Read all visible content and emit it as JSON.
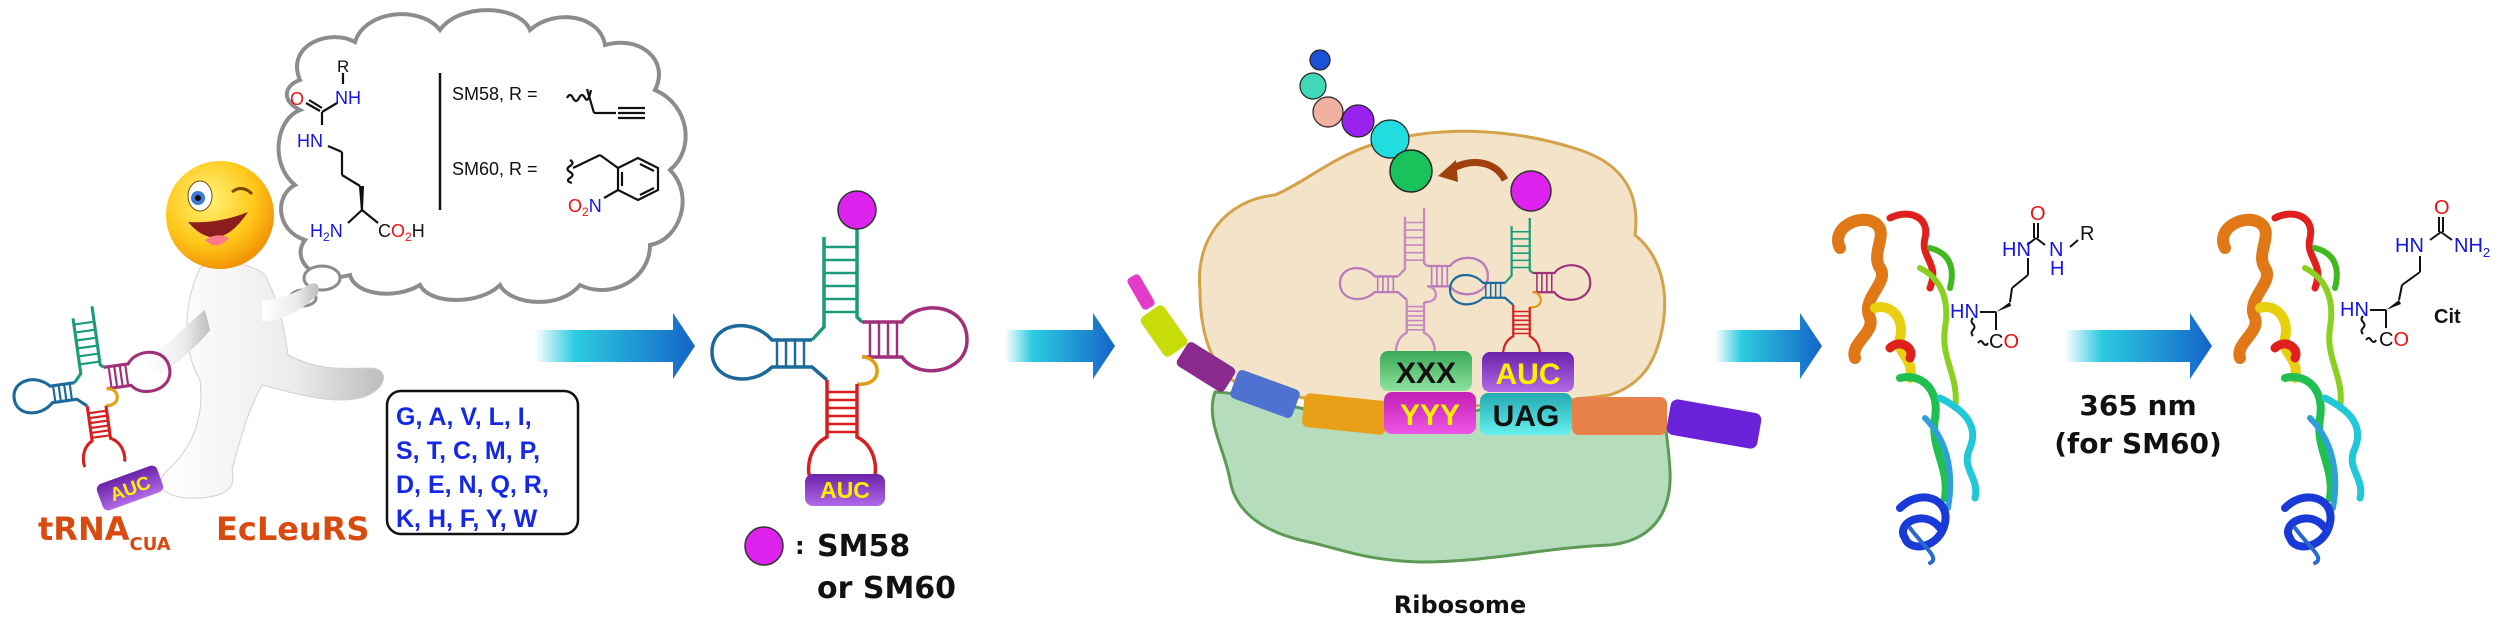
{
  "thought_bubble": {
    "structure": {
      "r_label": "R",
      "nh_label": "NH",
      "o_label": "O",
      "hn_label": "HN",
      "h2n_label": "H",
      "h2n_sub": "2",
      "h2n_n": "N",
      "co2h_c": "C",
      "co2h_o": "O",
      "co2h_sub": "2",
      "co2h_h": "H"
    },
    "sm58_label": "SM58, R =",
    "sm60_label": "SM60, R =",
    "nitro_o": "O",
    "nitro_sub": "2",
    "nitro_n": "N"
  },
  "left_trna": {
    "anticodon": "AUC"
  },
  "labels": {
    "trna_main": "tRNA",
    "trna_sub": "CUA",
    "synthetase": "EcLeuRS"
  },
  "amino_acid_box": {
    "lines": [
      "G, A, V, L, I,",
      "S, T, C, M, P,",
      "D, E, N, Q, R,",
      "K, H, F, Y, W"
    ]
  },
  "charged_trna": {
    "anticodon": "AUC"
  },
  "legend": {
    "separator": ":",
    "line1": "SM58",
    "line2": "or SM60"
  },
  "ribosome": {
    "label": "Ribosome",
    "codons": {
      "p_site_anticodon": "XXX",
      "p_site_codon": "YYY",
      "a_site_anticodon": "AUC",
      "a_site_codon": "UAG"
    }
  },
  "protein_before": {
    "o_label": "O",
    "hn_top": "HN",
    "n_label": "N",
    "h_label": "H",
    "r_label": "R",
    "hn_back": "HN",
    "c_label": "C",
    "co_o": "O"
  },
  "conversion": {
    "line1": "365 nm",
    "line2": "(for SM60)"
  },
  "protein_after": {
    "o_label": "O",
    "hn_top": "HN",
    "nh2_label": "NH",
    "nh2_sub": "2",
    "hn_back": "HN",
    "c_label": "C",
    "co_o": "O",
    "name": "Cit"
  },
  "colors": {
    "arrow_start": "#ffffff",
    "arrow_mid": "#1ec8e0",
    "arrow_end": "#1464c8",
    "large_subunit": "#f3e3c8",
    "large_subunit_border": "#d4a24a",
    "small_subunit": "#b5dcbb",
    "small_subunit_border": "#5d9a55",
    "sm_ball": "#dd22ee",
    "anticodon_tag": "#8b3fc8",
    "anticodon_text": "#ffee00",
    "label_orange": "#d94a10",
    "aa_text": "#1428e6"
  }
}
